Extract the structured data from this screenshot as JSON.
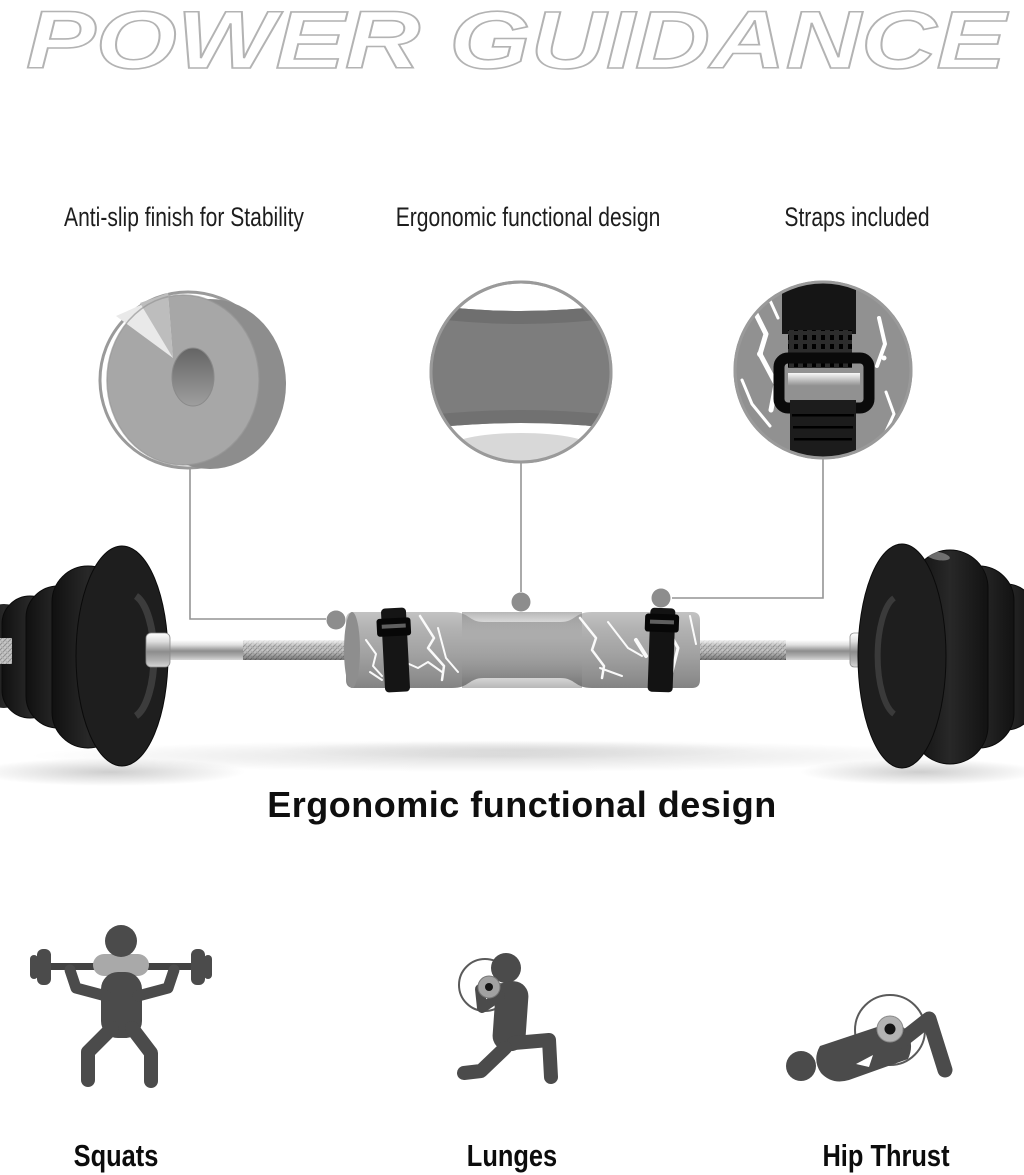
{
  "brand": {
    "name": "POWER GUIDANCE"
  },
  "callouts": [
    {
      "label": "Anti-slip finish for Stability",
      "icon": "pad-cross-section-photo"
    },
    {
      "label": "Ergonomic functional design",
      "icon": "pad-contour-surface-photo"
    },
    {
      "label": "Straps included",
      "icon": "strap-buckle-photo"
    }
  ],
  "product": {
    "heading": "Ergonomic functional design",
    "image": "barbell-with-squat-pad-photo"
  },
  "exercises": [
    {
      "label": "Squats",
      "icon": "squat-figure-icon"
    },
    {
      "label": "Lunges",
      "icon": "lunge-figure-icon"
    },
    {
      "label": "Hip Thrust",
      "icon": "hip-thrust-figure-icon"
    }
  ],
  "colors": {
    "background": "#ffffff",
    "label_text": "#1d1d1d",
    "heading_text": "#0f0f0f",
    "logo_outline": "#b3b3b3",
    "callout_gray": "#949494",
    "pad_gray": "#a6a6a6",
    "strap_black": "#161616",
    "plate_black": "#1e1e1e",
    "figure_gray": "#4b4b4b"
  }
}
